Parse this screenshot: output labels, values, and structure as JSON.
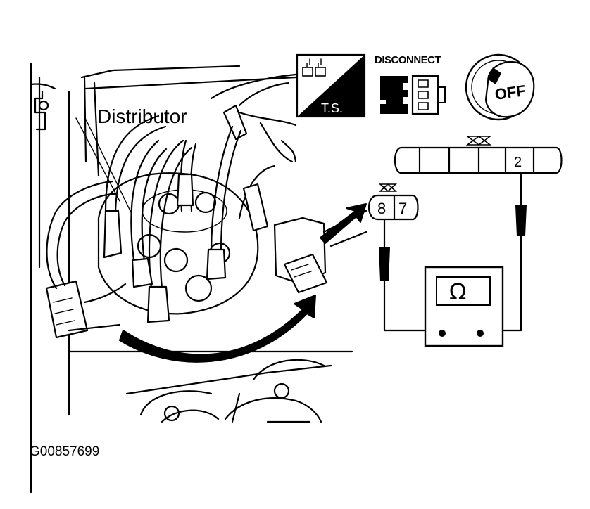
{
  "labels": {
    "distributor": "Distributor",
    "ts_badge": "T.S.",
    "disconnect": "DISCONNECT",
    "off": "OFF",
    "pin_8": "8",
    "pin_7": "7",
    "pin_2": "2",
    "ohm_symbol": "Ω",
    "figure_id": "G00857699"
  },
  "icons": [
    "test-symbol-icon",
    "disconnect-connector-icon",
    "ignition-key-off-icon",
    "ohmmeter-icon"
  ],
  "colors": {
    "line": "#000000",
    "background": "#ffffff"
  }
}
